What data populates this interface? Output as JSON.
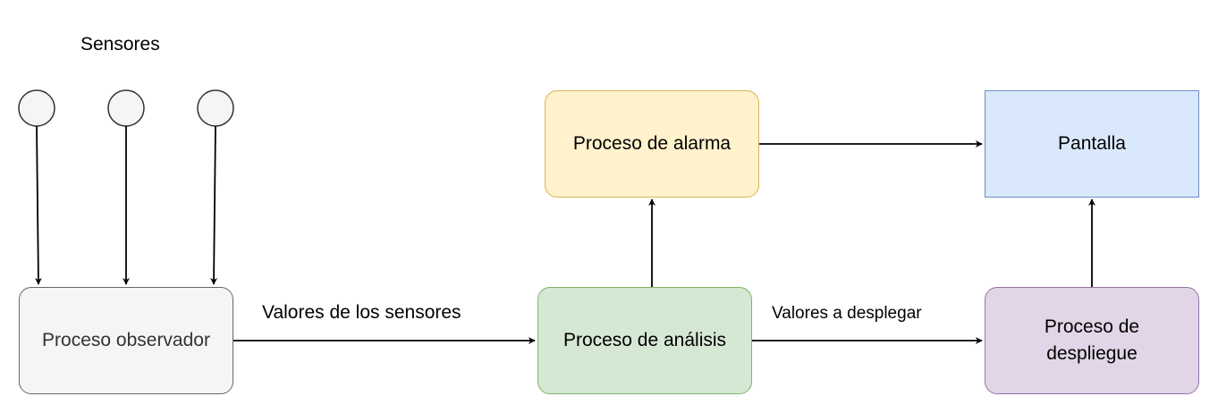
{
  "sensors": {
    "title": "Sensores",
    "count": 3
  },
  "nodes": {
    "observer": {
      "label": "Proceso observador",
      "fill": "#f5f5f5",
      "stroke": "#666666",
      "text_color": "#333333"
    },
    "analysis": {
      "label": "Proceso de análisis",
      "fill": "#d5e8d4",
      "stroke": "#82b366",
      "text_color": "#000000"
    },
    "alarm": {
      "label": "Proceso de alarma",
      "fill": "#fff2cc",
      "stroke": "#d6b656",
      "text_color": "#000000"
    },
    "display_process": {
      "label_line1": "Proceso de",
      "label_line2": "despliegue",
      "fill": "#e1d5e7",
      "stroke": "#9673a6",
      "text_color": "#000000"
    },
    "screen": {
      "label": "Pantalla",
      "fill": "#dae8fc",
      "stroke": "#6c8ebf",
      "text_color": "#000000"
    }
  },
  "edges": {
    "sensor_values": "Valores de los sensores",
    "display_values": "Valores a desplegar"
  }
}
